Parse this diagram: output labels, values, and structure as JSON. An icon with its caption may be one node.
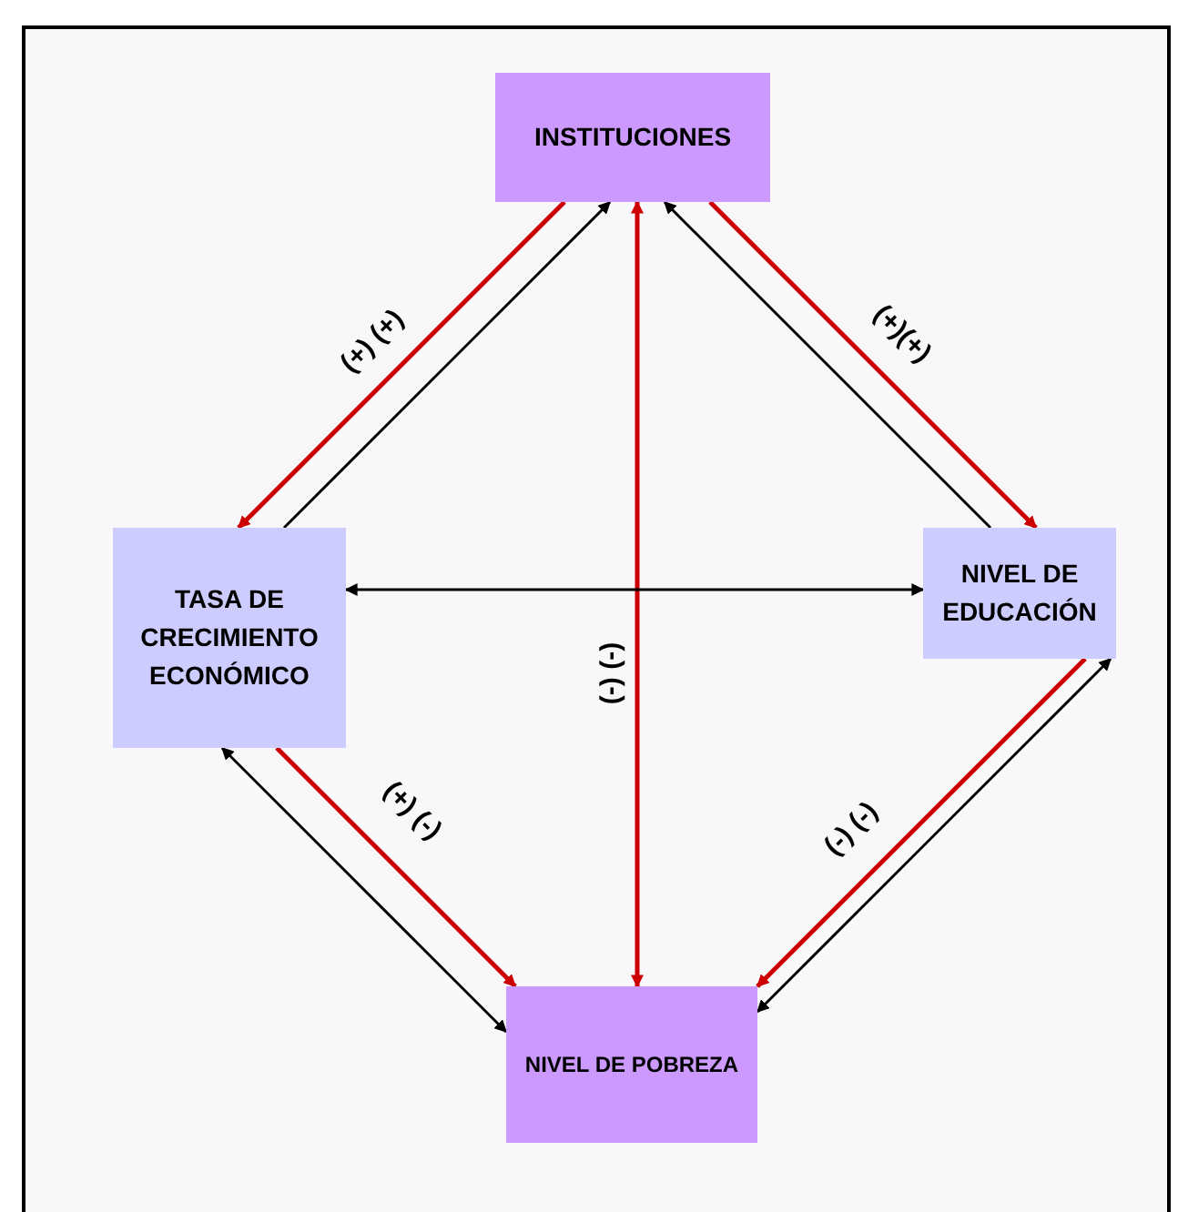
{
  "diagram": {
    "nodes": [
      {
        "text": [
          "INSTITUCIONES"
        ]
      },
      {
        "text": [
          "TASA DE CRECIMIENTO ECONÓMICO"
        ]
      },
      {
        "text": [
          "NIVEL DE EDUCACIÓN"
        ]
      },
      {
        "text": [
          "NIVEL DE POBREZA"
        ]
      }
    ],
    "edges": [
      {
        "from": 0,
        "to": 1,
        "arrow": "to",
        "color": "#cc0000",
        "label": "(+) (+)"
      },
      {
        "from": 1,
        "to": 0,
        "arrow": "to",
        "color": "#000000"
      },
      {
        "from": 0,
        "to": 2,
        "arrow": "to",
        "color": "#cc0000",
        "label": "(+)(+)"
      },
      {
        "from": 2,
        "to": 0,
        "arrow": "to",
        "color": "#000000"
      },
      {
        "from": 0,
        "to": 3,
        "arrow": "both",
        "color": "#cc0000",
        "label": "(-) (-)"
      },
      {
        "from": 1,
        "to": 2,
        "arrow": "both",
        "color": "#000000"
      },
      {
        "from": 1,
        "to": 3,
        "arrow": "to",
        "color": "#cc0000",
        "label": "(+) (-)"
      },
      {
        "from": 1,
        "to": 3,
        "arrow": "both",
        "color": "#000000"
      },
      {
        "from": 2,
        "to": 3,
        "arrow": "to",
        "color": "#cc0000",
        "label": "(-) (-)"
      },
      {
        "from": 2,
        "to": 3,
        "arrow": "both",
        "color": "#000000"
      }
    ]
  }
}
